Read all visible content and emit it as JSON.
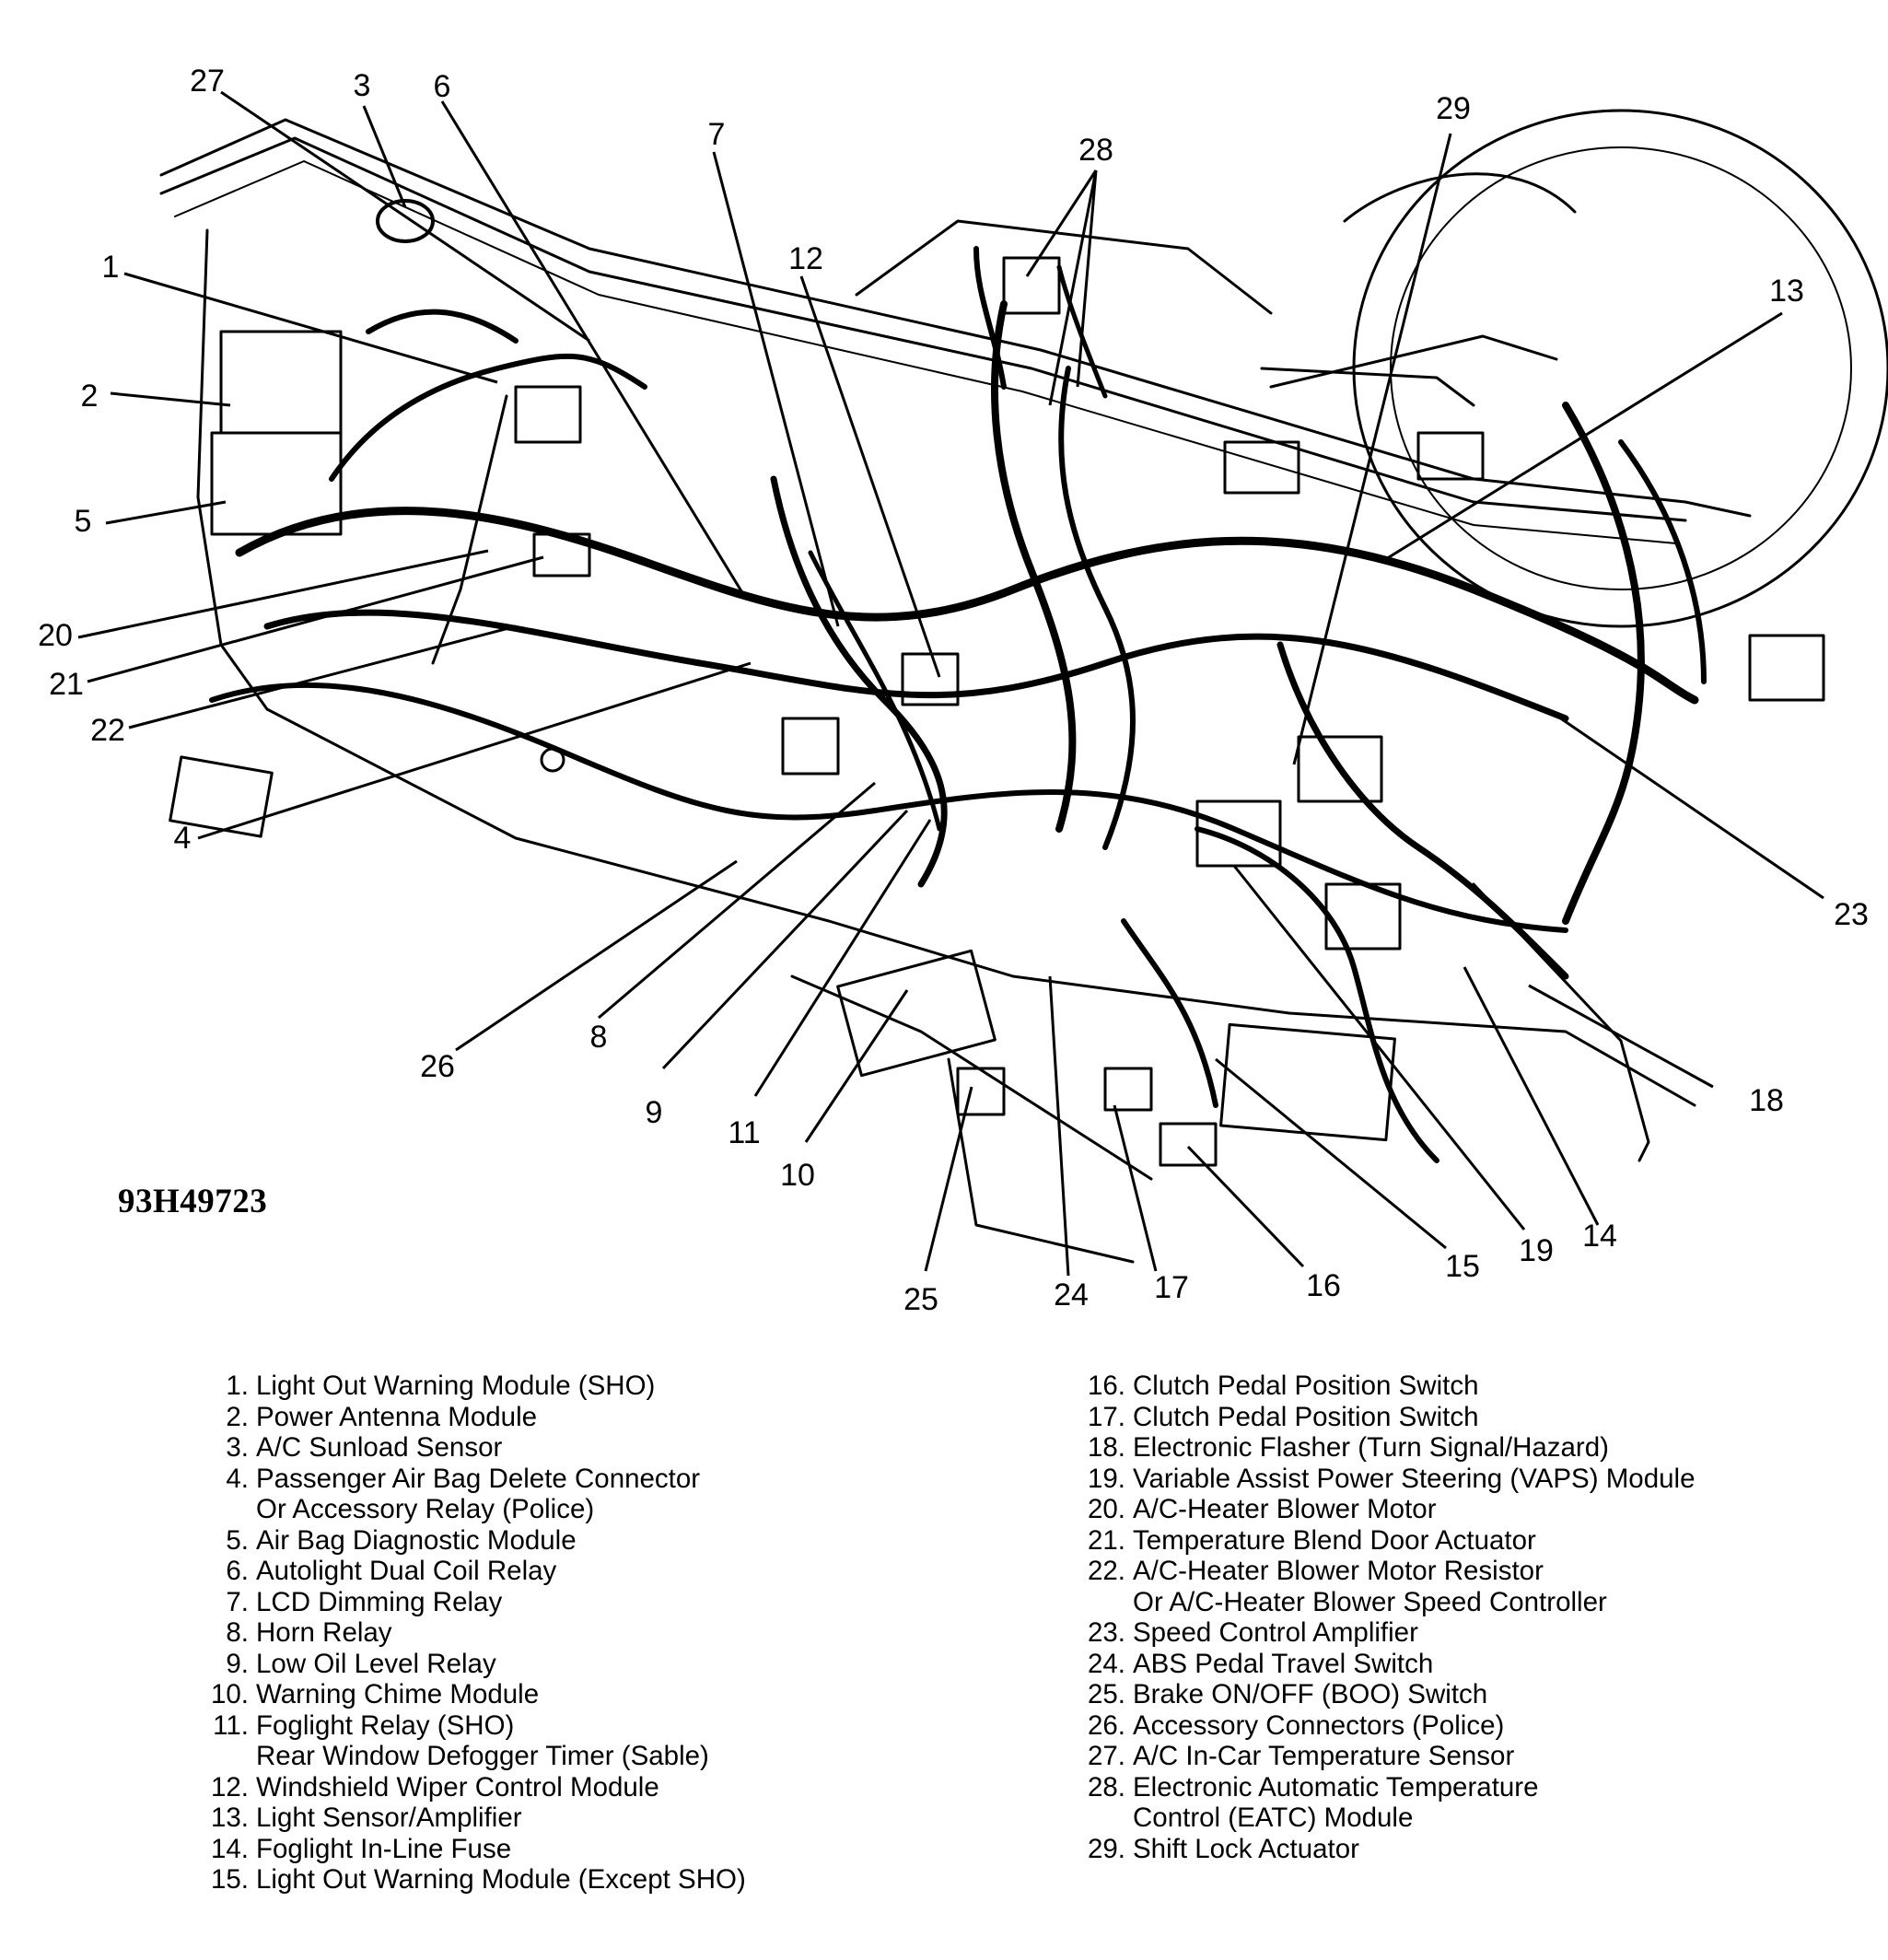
{
  "figure_code": "93H49723",
  "callouts": [
    "27",
    "3",
    "6",
    "7",
    "28",
    "29",
    "12",
    "13",
    "1",
    "2",
    "5",
    "20",
    "21",
    "22",
    "4",
    "26",
    "8",
    "9",
    "11",
    "10",
    "25",
    "24",
    "17",
    "16",
    "15",
    "19",
    "14",
    "18",
    "23"
  ],
  "legend_left": [
    {
      "num": "1.",
      "lines": [
        "Light Out Warning Module (SHO)"
      ]
    },
    {
      "num": "2.",
      "lines": [
        "Power Antenna Module"
      ]
    },
    {
      "num": "3.",
      "lines": [
        "A/C Sunload Sensor"
      ]
    },
    {
      "num": "4.",
      "lines": [
        "Passenger Air Bag Delete Connector",
        "Or Accessory Relay (Police)"
      ]
    },
    {
      "num": "5.",
      "lines": [
        "Air Bag Diagnostic Module"
      ]
    },
    {
      "num": "6.",
      "lines": [
        "Autolight Dual Coil Relay"
      ]
    },
    {
      "num": "7.",
      "lines": [
        "LCD Dimming Relay"
      ]
    },
    {
      "num": "8.",
      "lines": [
        "Horn Relay"
      ]
    },
    {
      "num": "9.",
      "lines": [
        "Low Oil Level Relay"
      ]
    },
    {
      "num": "10.",
      "lines": [
        "Warning Chime Module"
      ]
    },
    {
      "num": "11.",
      "lines": [
        "Foglight Relay (SHO)",
        "Rear Window Defogger Timer (Sable)"
      ]
    },
    {
      "num": "12.",
      "lines": [
        "Windshield Wiper Control Module"
      ]
    },
    {
      "num": "13.",
      "lines": [
        "Light Sensor/Amplifier"
      ]
    },
    {
      "num": "14.",
      "lines": [
        "Foglight In-Line Fuse"
      ]
    },
    {
      "num": "15.",
      "lines": [
        "Light Out Warning Module (Except SHO)"
      ]
    }
  ],
  "legend_right": [
    {
      "num": "16.",
      "lines": [
        "Clutch Pedal Position Switch"
      ]
    },
    {
      "num": "17.",
      "lines": [
        "Clutch Pedal Position Switch"
      ]
    },
    {
      "num": "18.",
      "lines": [
        "Electronic Flasher (Turn Signal/Hazard)"
      ]
    },
    {
      "num": "19.",
      "lines": [
        "Variable Assist Power Steering (VAPS) Module"
      ]
    },
    {
      "num": "20.",
      "lines": [
        "A/C-Heater Blower Motor"
      ]
    },
    {
      "num": "21.",
      "lines": [
        "Temperature Blend Door Actuator"
      ]
    },
    {
      "num": "22.",
      "lines": [
        "A/C-Heater Blower Motor Resistor",
        "Or A/C-Heater Blower Speed Controller"
      ]
    },
    {
      "num": "23.",
      "lines": [
        "Speed Control Amplifier"
      ]
    },
    {
      "num": "24.",
      "lines": [
        "ABS Pedal Travel Switch"
      ]
    },
    {
      "num": "25.",
      "lines": [
        "Brake ON/OFF (BOO) Switch"
      ]
    },
    {
      "num": "26.",
      "lines": [
        "Accessory Connectors (Police)"
      ]
    },
    {
      "num": "27.",
      "lines": [
        "A/C In-Car Temperature Sensor"
      ]
    },
    {
      "num": "28.",
      "lines": [
        "Electronic Automatic Temperature",
        "Control (EATC) Module"
      ]
    },
    {
      "num": "29.",
      "lines": [
        "Shift Lock Actuator"
      ]
    }
  ]
}
